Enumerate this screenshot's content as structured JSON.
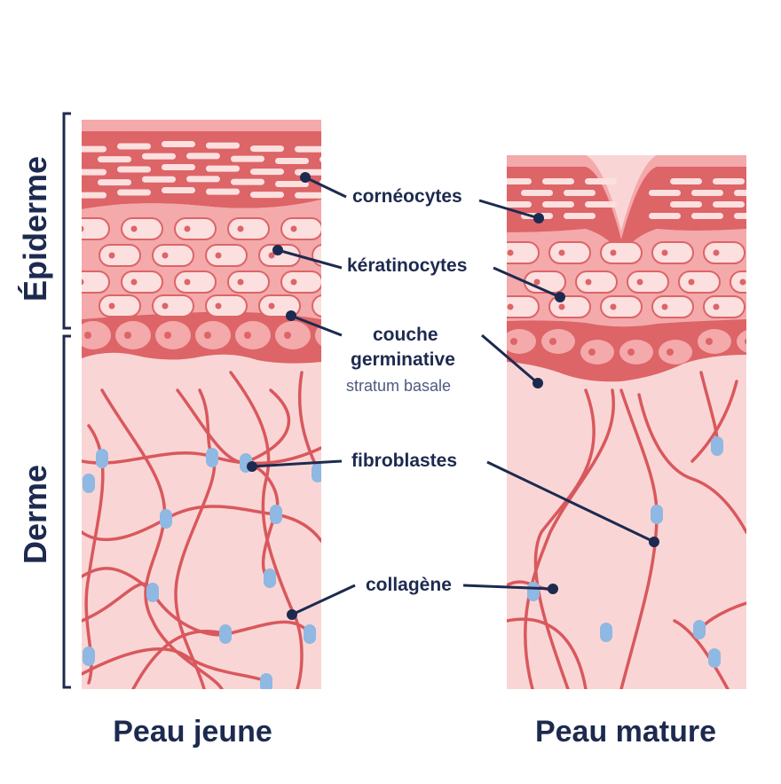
{
  "side_labels": {
    "epidermis": "Épiderme",
    "dermis": "Derme"
  },
  "labels": {
    "corneocytes": "cornéocytes",
    "keratinocytes": "kératinocytes",
    "basal_line1": "couche",
    "basal_line2": "germinative",
    "basal_sub": "stratum basale",
    "fibroblasts": "fibroblastes",
    "collagen": "collagène"
  },
  "captions": {
    "young": "Peau jeune",
    "mature": "Peau mature"
  },
  "colors": {
    "text": "#1d2a4f",
    "dermis": "#f9d6d5",
    "epidermis_light": "#f4a9ab",
    "epidermis_dark": "#dd6467",
    "cell": "#fbe0df",
    "fiber": "#d9585d",
    "fibroblast": "#8fb8e3"
  }
}
